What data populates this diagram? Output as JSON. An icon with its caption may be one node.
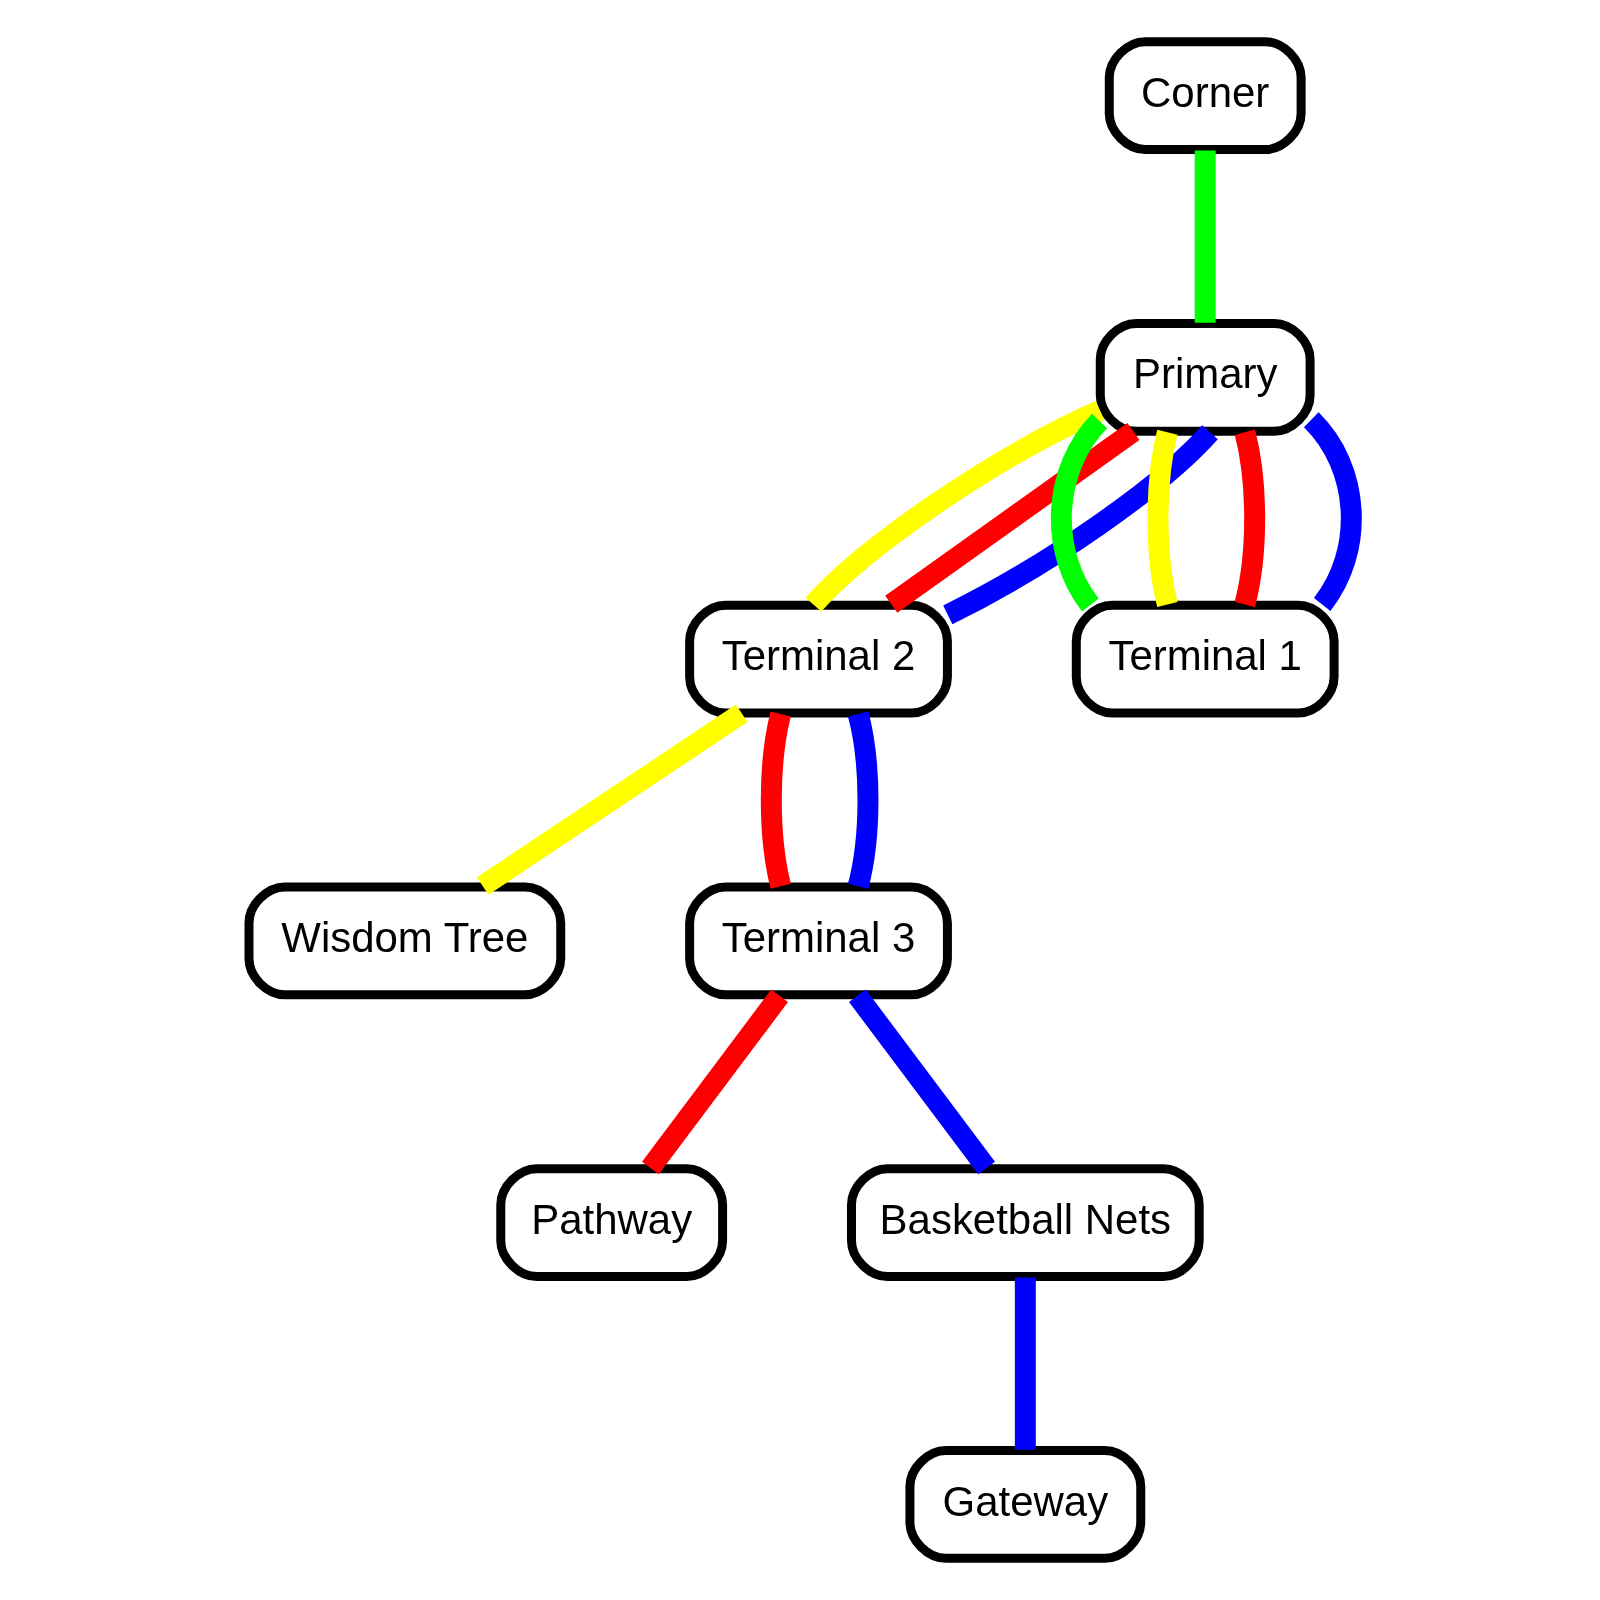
{
  "diagram": {
    "nodes": [
      {
        "text": [
          "Corner"
        ]
      },
      {
        "text": [
          "Wisdom Tree"
        ]
      },
      {
        "text": [
          "Pathway"
        ]
      },
      {
        "text": [
          "Terminal 3"
        ]
      },
      {
        "text": [
          "Terminal 2"
        ]
      },
      {
        "text": [
          "Primary"
        ]
      },
      {
        "text": [
          "Basketball Nets"
        ]
      },
      {
        "text": [
          "Gateway"
        ]
      },
      {
        "text": [
          "Terminal 1"
        ]
      }
    ],
    "edges": [
      {
        "from": 0,
        "to": 5,
        "arrow": "none",
        "color": "#00ff00"
      },
      {
        "from": 5,
        "to": 8,
        "arrow": "none",
        "color": "#00ff00"
      },
      {
        "from": 8,
        "to": 5,
        "arrow": "none",
        "color": "#ffff00"
      },
      {
        "from": 5,
        "to": 4,
        "arrow": "none",
        "color": "#ffff00"
      },
      {
        "from": 4,
        "to": 1,
        "arrow": "none",
        "color": "#ffff00"
      },
      {
        "from": 8,
        "to": 5,
        "arrow": "none",
        "color": "#ff0000"
      },
      {
        "from": 5,
        "to": 4,
        "arrow": "none",
        "color": "#ff0000"
      },
      {
        "from": 4,
        "to": 3,
        "arrow": "none",
        "color": "#ff0000"
      },
      {
        "from": 3,
        "to": 2,
        "arrow": "none",
        "color": "#ff0000"
      },
      {
        "from": 8,
        "to": 5,
        "arrow": "none",
        "color": "#0000ff"
      },
      {
        "from": 5,
        "to": 4,
        "arrow": "none",
        "color": "#0000ff"
      },
      {
        "from": 4,
        "to": 3,
        "arrow": "none",
        "color": "#0000ff"
      },
      {
        "from": 3,
        "to": 6,
        "arrow": "none",
        "color": "#0000ff"
      },
      {
        "from": 6,
        "to": 7,
        "arrow": "none",
        "color": "#0000ff"
      }
    ]
  }
}
